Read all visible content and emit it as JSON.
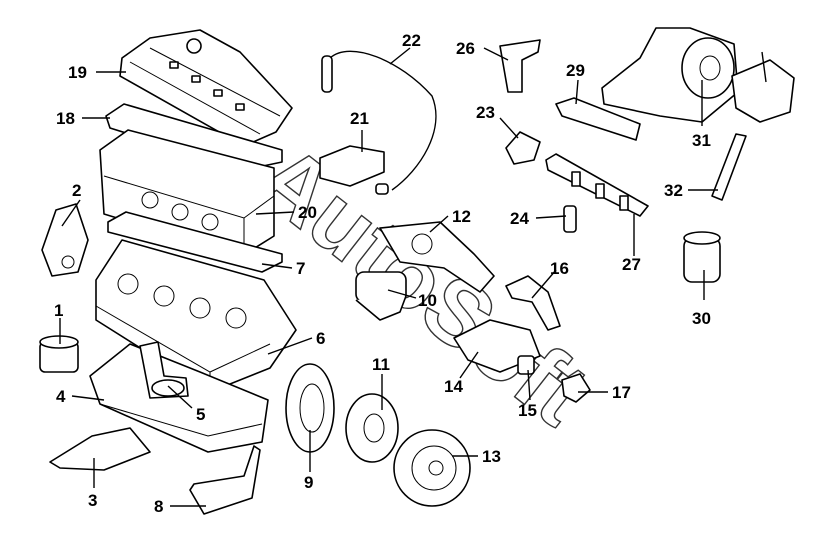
{
  "diagram": {
    "watermark": "AutoSoft",
    "callouts": [
      "1",
      "2",
      "3",
      "4",
      "5",
      "6",
      "7",
      "8",
      "9",
      "10",
      "11",
      "12",
      "13",
      "14",
      "15",
      "16",
      "17",
      "18",
      "19",
      "20",
      "21",
      "22",
      "23",
      "24",
      "26",
      "27",
      "29",
      "30",
      "31",
      "32"
    ]
  }
}
